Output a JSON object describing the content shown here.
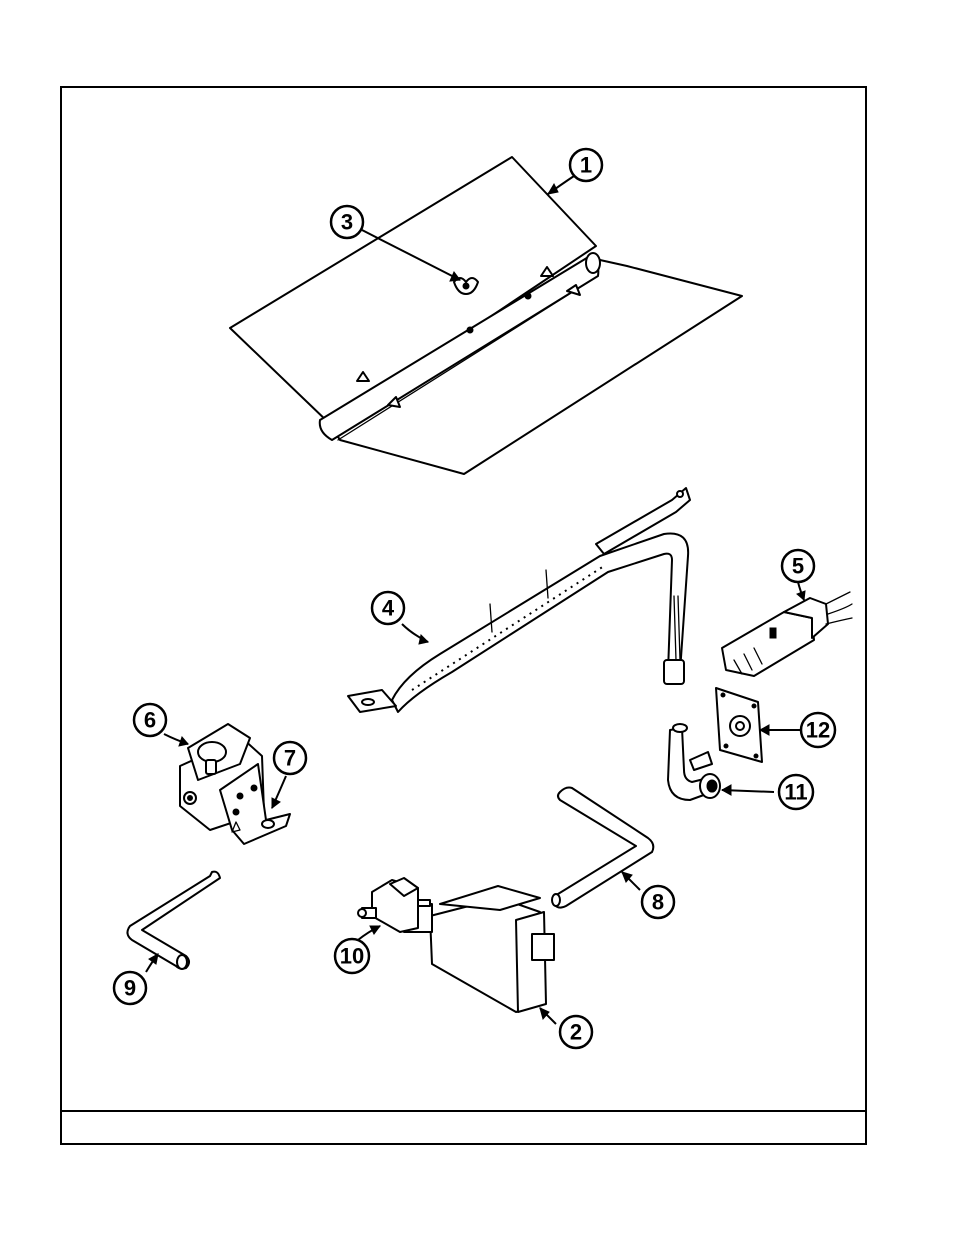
{
  "diagram": {
    "callouts": [
      {
        "id": "1",
        "label": "1"
      },
      {
        "id": "2",
        "label": "2"
      },
      {
        "id": "3",
        "label": "3"
      },
      {
        "id": "4",
        "label": "4"
      },
      {
        "id": "5",
        "label": "5"
      },
      {
        "id": "6",
        "label": "6"
      },
      {
        "id": "7",
        "label": "7"
      },
      {
        "id": "8",
        "label": "8"
      },
      {
        "id": "9",
        "label": "9"
      },
      {
        "id": "10",
        "label": "10"
      },
      {
        "id": "11",
        "label": "11"
      },
      {
        "id": "12",
        "label": "12"
      }
    ],
    "footer_text": ""
  }
}
